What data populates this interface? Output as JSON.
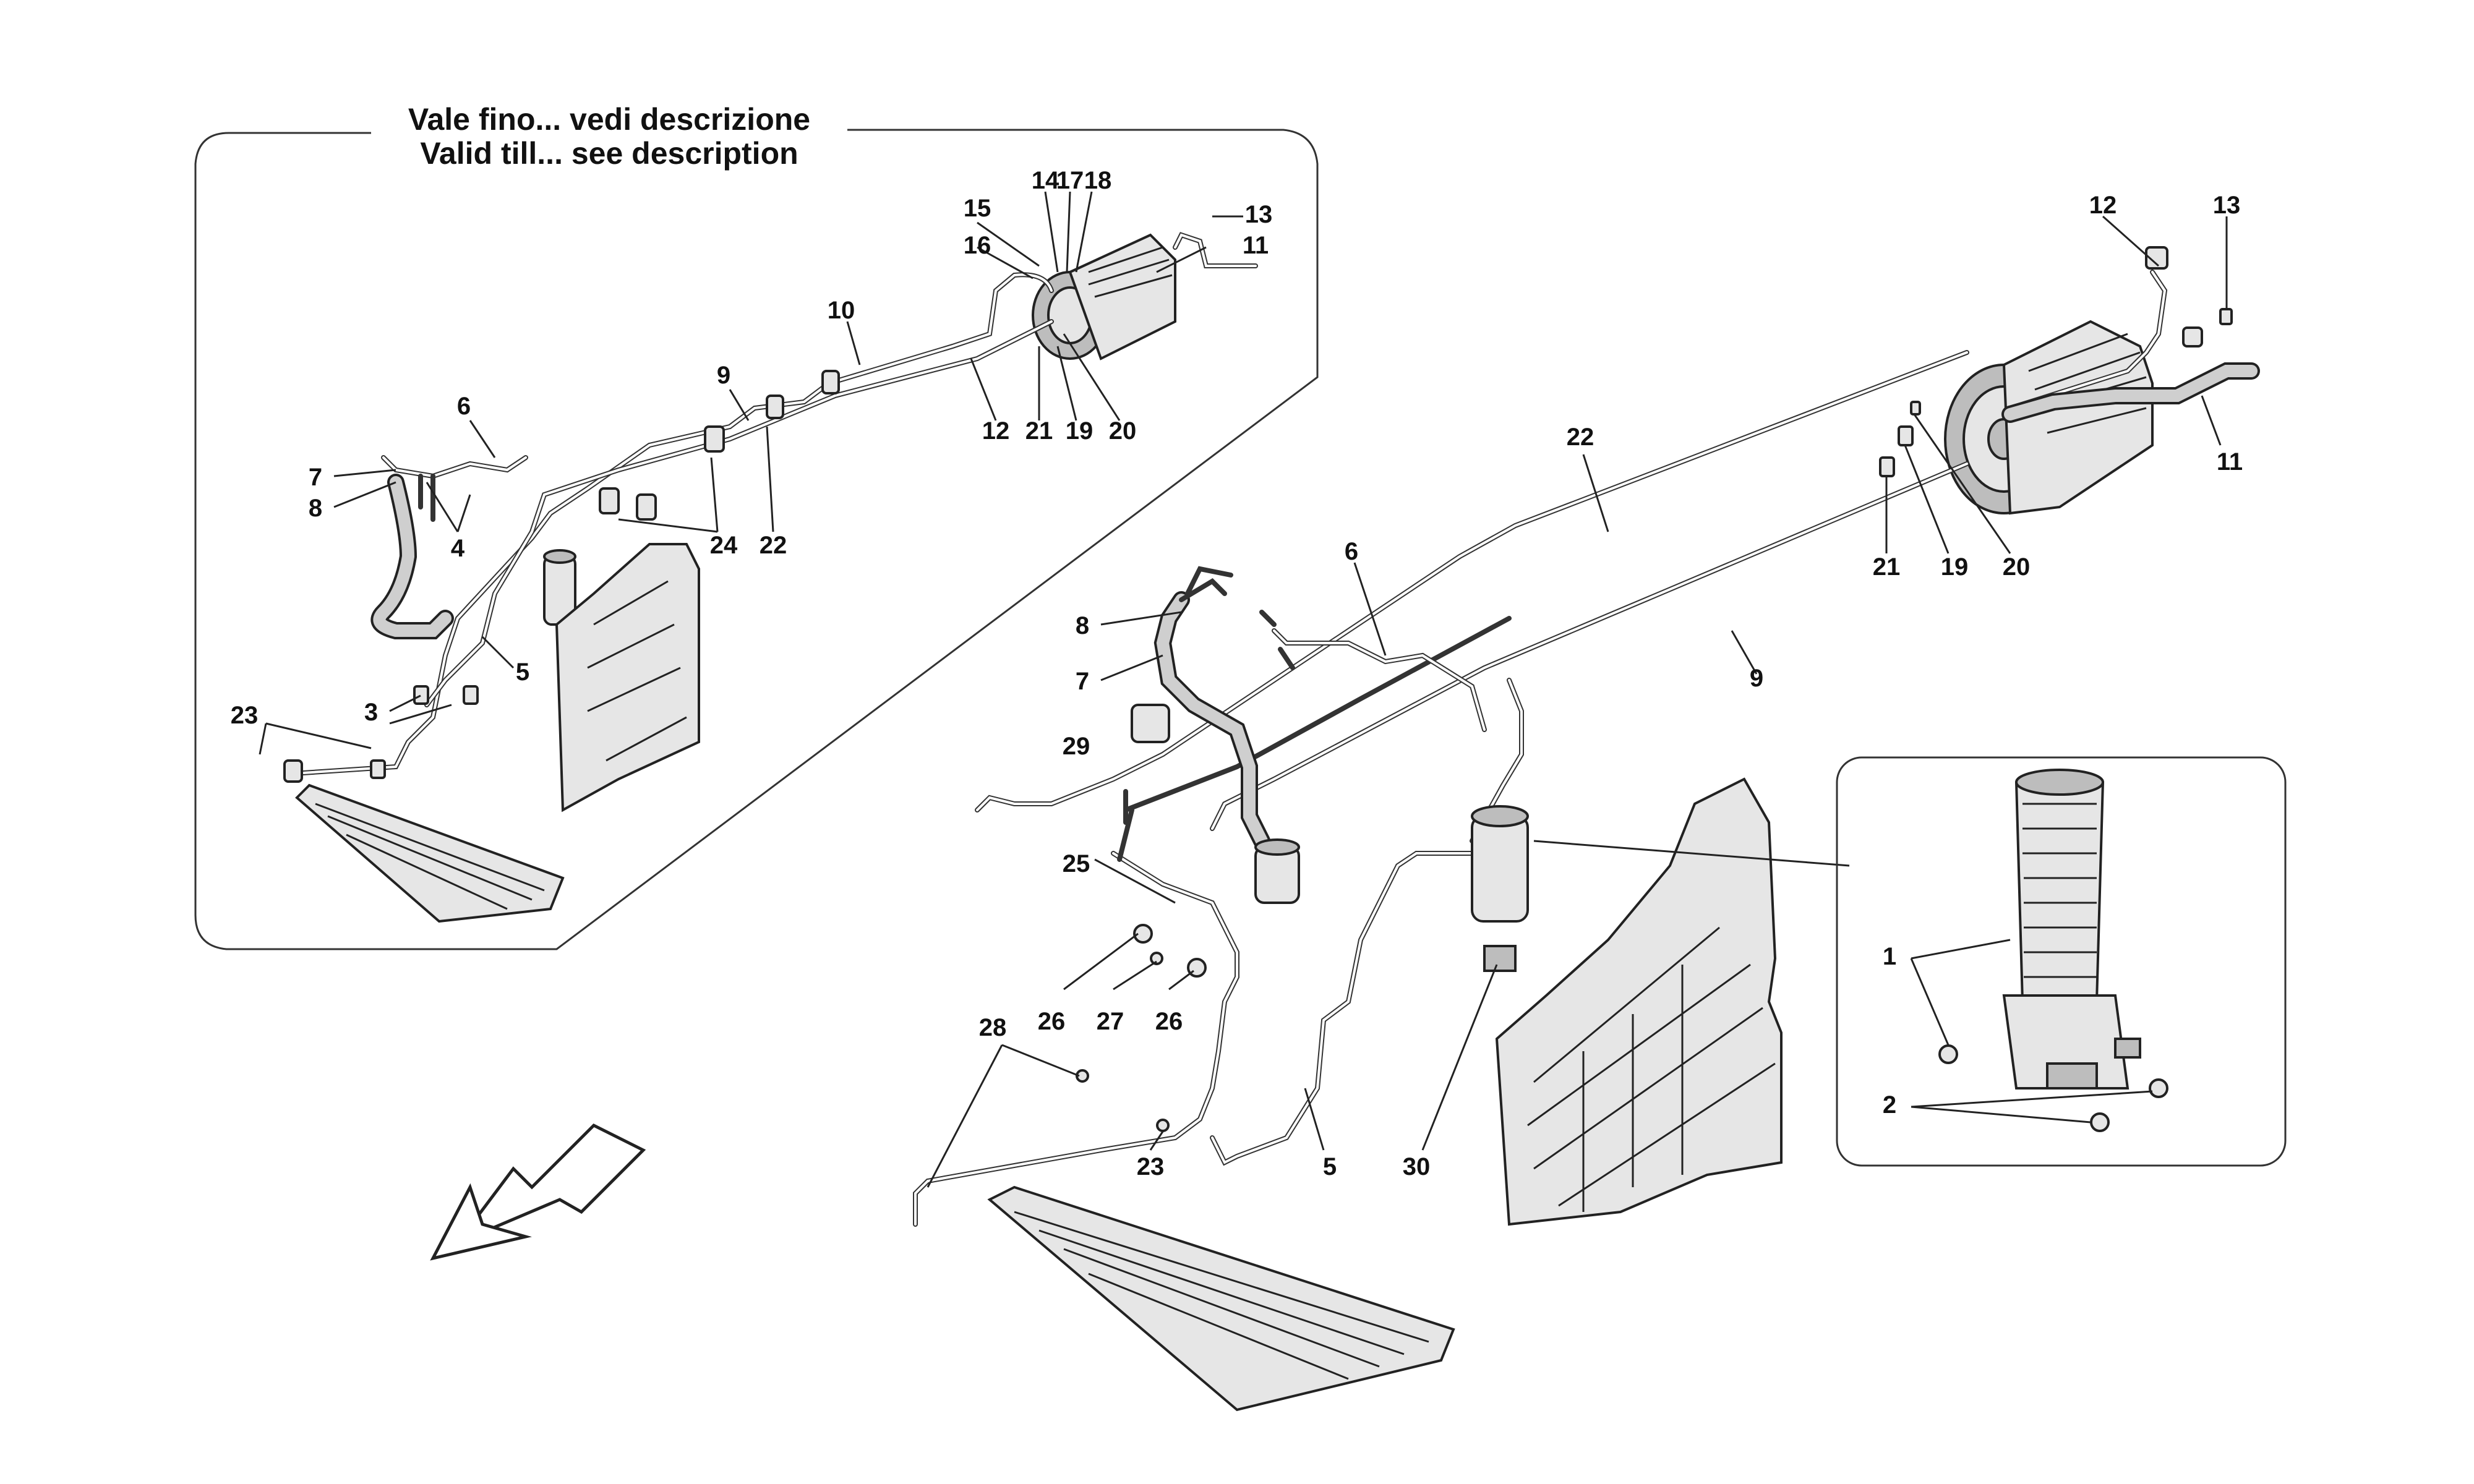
{
  "header": {
    "line1": "Vale fino... vedi descrizione",
    "line2": "Valid till... see description"
  },
  "callouts": {
    "inset_left": [
      "15",
      "16",
      "14",
      "17",
      "18",
      "13",
      "11",
      "10",
      "9",
      "6",
      "7",
      "8",
      "4",
      "24",
      "22",
      "12",
      "21",
      "19",
      "20",
      "5",
      "3",
      "23"
    ],
    "main": [
      "12",
      "13",
      "11",
      "22",
      "21",
      "19",
      "20",
      "6",
      "9",
      "8",
      "7",
      "29",
      "25",
      "26",
      "27",
      "26",
      "28",
      "23",
      "5",
      "30"
    ],
    "detail_box": [
      "1",
      "2"
    ]
  },
  "colors": {
    "line": "#222222",
    "part_fill": "#e6e6e6",
    "shade": "#bdbdbd"
  },
  "icons": {
    "direction": "arrow-down-left-icon"
  }
}
